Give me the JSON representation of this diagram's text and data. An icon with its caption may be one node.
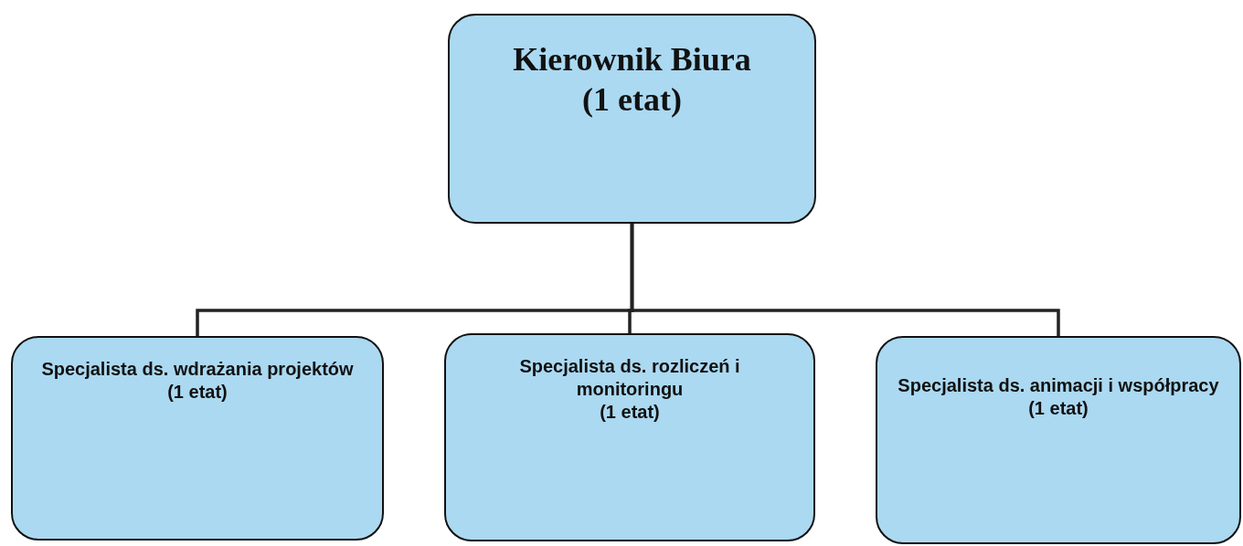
{
  "diagram": {
    "nodes": [
      {
        "text": [
          "Kierownik Biura",
          "(1 etat)"
        ]
      },
      {
        "text": [
          "Specjalista ds. wdrażania projektów",
          "(1 etat)"
        ]
      },
      {
        "text": [
          "Specjalista ds. rozliczeń i monitoringu",
          "(1 etat)"
        ]
      },
      {
        "text": [
          "Specjalista ds. animacji i współpracy",
          "(1 etat)"
        ]
      }
    ],
    "edges": [
      {
        "from": 0,
        "to": 1,
        "arrow": "none"
      },
      {
        "from": 0,
        "to": 2,
        "arrow": "none"
      },
      {
        "from": 0,
        "to": 3,
        "arrow": "none"
      }
    ]
  }
}
